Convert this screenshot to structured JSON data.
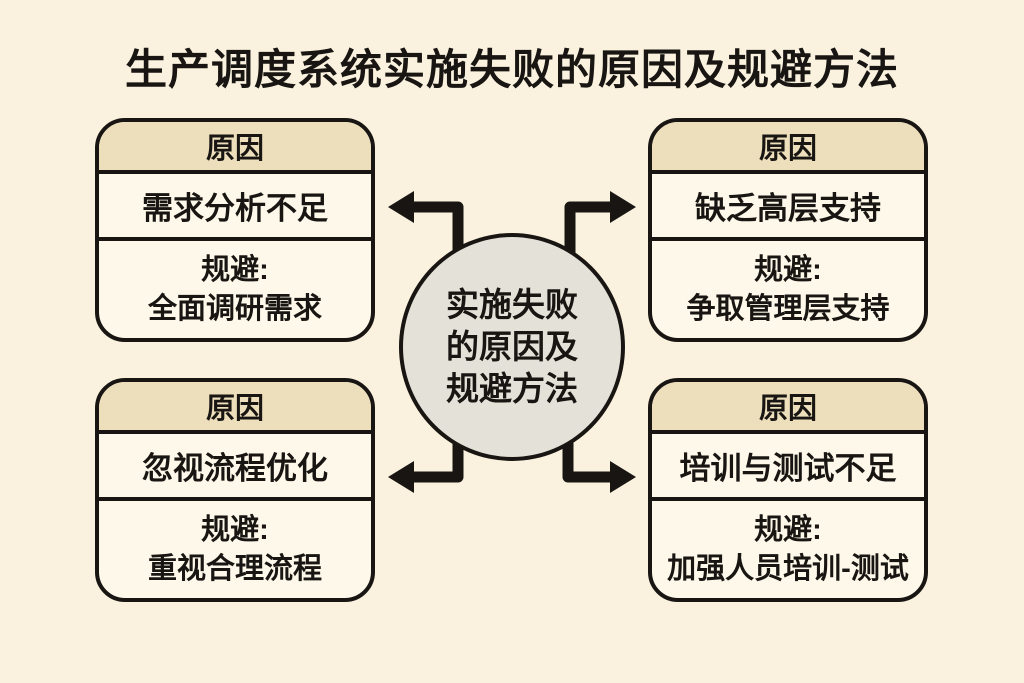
{
  "title": "生产调度系统实施失败的原因及规避方法",
  "center": {
    "lines": [
      "实施失败",
      "的原因及",
      "规避方法"
    ]
  },
  "boxes": [
    {
      "position": "top-left",
      "header": "原因",
      "cause": "需求分析不足",
      "avoid_label": "规避:",
      "avoid": "全面调研需求"
    },
    {
      "position": "top-right",
      "header": "原因",
      "cause": "缺乏高层支持",
      "avoid_label": "规避:",
      "avoid": "争取管理层支持"
    },
    {
      "position": "bottom-left",
      "header": "原因",
      "cause": "忽视流程优化",
      "avoid_label": "规避:",
      "avoid": "重视合理流程"
    },
    {
      "position": "bottom-right",
      "header": "原因",
      "cause": "培训与测试不足",
      "avoid_label": "规避:",
      "avoid": "加强人员培训-测试"
    }
  ],
  "colors": {
    "background": "#faf2df",
    "box_fill": "#fdf8e9",
    "header_fill": "#eddfbc",
    "circle_fill": "#e4e1d8",
    "ink": "#181512"
  }
}
